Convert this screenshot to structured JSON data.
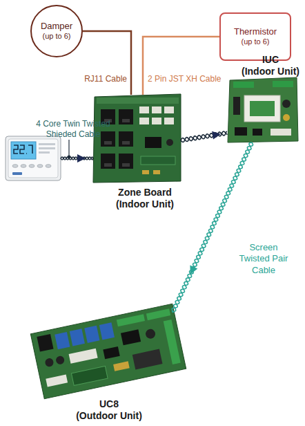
{
  "diagram": {
    "nodes": [
      {
        "text": [
          "Damper",
          "(up to 6)"
        ]
      },
      {
        "text": [
          "Thermistor",
          "(up to 6)"
        ]
      },
      {
        "text": [
          "Zone Board",
          "(Indoor Unit)"
        ]
      },
      {
        "text": [
          "IUC",
          "(Indoor Unit)"
        ]
      },
      {
        "text": [
          "UC8",
          "(Outdoor Unit)"
        ]
      }
    ],
    "edges": [
      {
        "from": 0,
        "to": 2,
        "arrow": "none",
        "label": "RJ11 Cable"
      },
      {
        "from": 1,
        "to": 2,
        "arrow": "none",
        "label": "2 Pin JST XH Cable"
      },
      {
        "from": 2,
        "to": 3,
        "arrow": "to"
      },
      {
        "from": 3,
        "to": 4,
        "arrow": "to",
        "label": "Screen Twisted Pair Cable"
      }
    ],
    "labels": [
      "4 Core Twin Twisted Shieded Cable"
    ]
  }
}
